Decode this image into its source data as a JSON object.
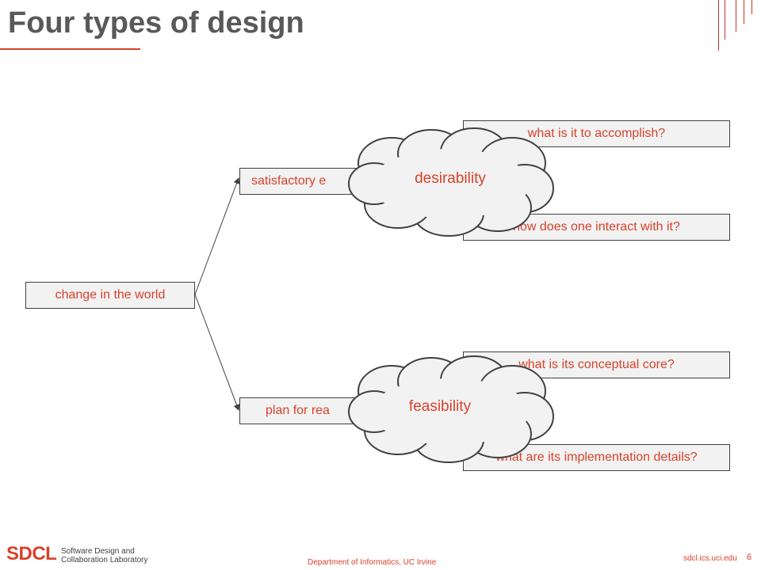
{
  "title": "Four types of design",
  "diagram": {
    "root": "change in the world",
    "branches": [
      {
        "label": "satisfactory e",
        "cloud": "desirability",
        "questions": [
          "what is it to accomplish?",
          "how does one interact with it?"
        ]
      },
      {
        "label": "plan for rea",
        "cloud": "feasibility",
        "questions": [
          "what is its conceptual core?",
          "what are its implementation details?"
        ]
      }
    ]
  },
  "footer": {
    "logo": "SDCL",
    "lab_line1": "Software Design and",
    "lab_line2": "Collaboration Laboratory",
    "department": "Department of Informatics, UC Irvine",
    "website": "sdcl.ics.uci.edu",
    "page_number": "6"
  },
  "colors": {
    "accent": "#d9412b",
    "box_fill": "#f2f2f2",
    "box_border": "#404040",
    "cloud_fill": "#f2f2f2",
    "title_text": "#595959"
  }
}
